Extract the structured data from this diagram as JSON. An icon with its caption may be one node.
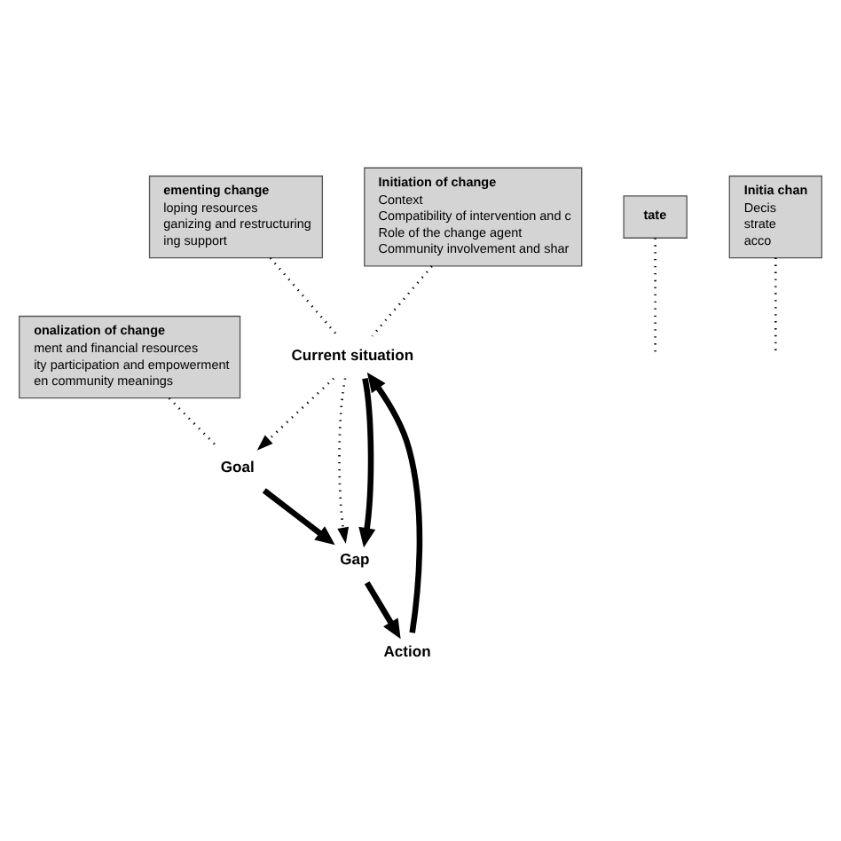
{
  "diagram": {
    "nodes": [
      {
        "text": [
          "ementing change",
          "loping resources",
          "ganizing and restructuring",
          "ing support"
        ]
      },
      {
        "text": [
          "Initiation of change",
          "Context",
          "Compatibility of intervention and c",
          "Role of the change agent",
          "Community involvement and shar"
        ]
      },
      {
        "text": [
          "tate"
        ]
      },
      {
        "text": [
          "onalization of change",
          "ment and financial resources",
          "ity participation and empowerment",
          "en community meanings"
        ]
      },
      {
        "text": [
          "Initia chan",
          "Decis",
          "strate",
          "acco"
        ]
      },
      {
        "text": [
          "Current situation"
        ]
      },
      {
        "text": [
          "Goal"
        ]
      },
      {
        "text": [
          "Gap"
        ]
      },
      {
        "text": [
          "Action"
        ]
      }
    ],
    "edges": [
      {
        "from": 5,
        "to": 6,
        "arrow": "to",
        "style": "dashed"
      },
      {
        "from": 5,
        "to": 7,
        "arrow": "to",
        "style": "dashed"
      },
      {
        "from": 5,
        "to": 7,
        "arrow": "to",
        "style": "thick"
      },
      {
        "from": 6,
        "to": 7,
        "arrow": "to",
        "style": "thick"
      },
      {
        "from": 7,
        "to": 8,
        "arrow": "to",
        "style": "thick"
      },
      {
        "from": 8,
        "to": 5,
        "arrow": "to",
        "style": "thick"
      },
      {
        "from": 0,
        "to": 5,
        "arrow": "none",
        "style": "dashed"
      },
      {
        "from": 1,
        "to": 5,
        "arrow": "none",
        "style": "dashed"
      },
      {
        "from": 2,
        "to": null,
        "arrow": "none",
        "style": "dashed"
      },
      {
        "from": 3,
        "to": 6,
        "arrow": "none",
        "style": "dashed"
      },
      {
        "from": 4,
        "to": null,
        "arrow": "none",
        "style": "dashed"
      }
    ]
  }
}
